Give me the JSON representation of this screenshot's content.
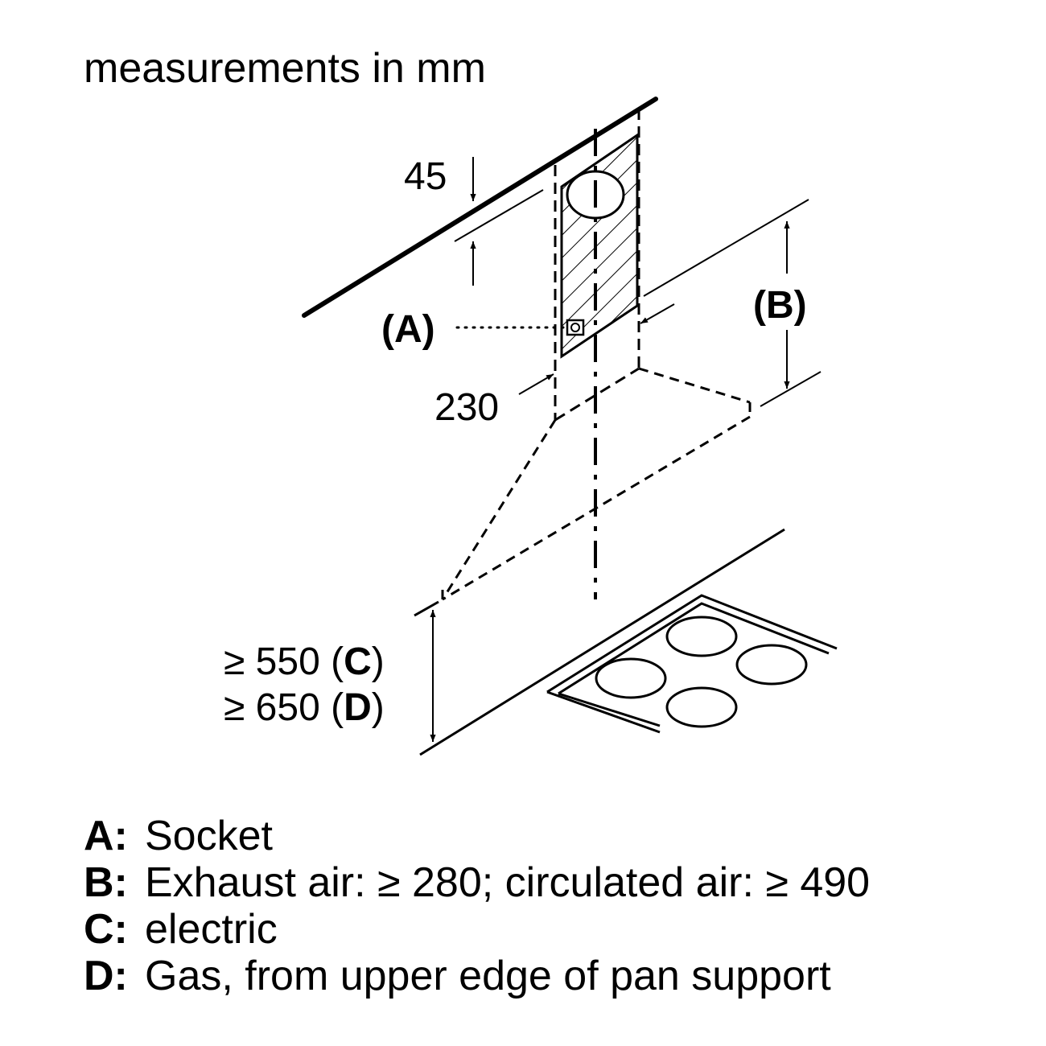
{
  "title": "measurements in mm",
  "labels": {
    "dim_45": "45",
    "dim_230": "230",
    "label_a": "(A)",
    "label_b": "(B)",
    "c_prefix": "≥ 550 (",
    "c_key": "C",
    "c_suffix": ")",
    "d_prefix": "≥ 650 (",
    "d_key": "D",
    "d_suffix": ")"
  },
  "legend": [
    {
      "key": "A:",
      "text": "Socket"
    },
    {
      "key": "B:",
      "text": "Exhaust air: ≥ 280; circulated air: ≥ 490"
    },
    {
      "key": "C:",
      "text": "electric"
    },
    {
      "key": "D:",
      "text": "Gas, from upper edge of pan support"
    }
  ],
  "colors": {
    "ink": "#000000",
    "background": "#ffffff"
  }
}
